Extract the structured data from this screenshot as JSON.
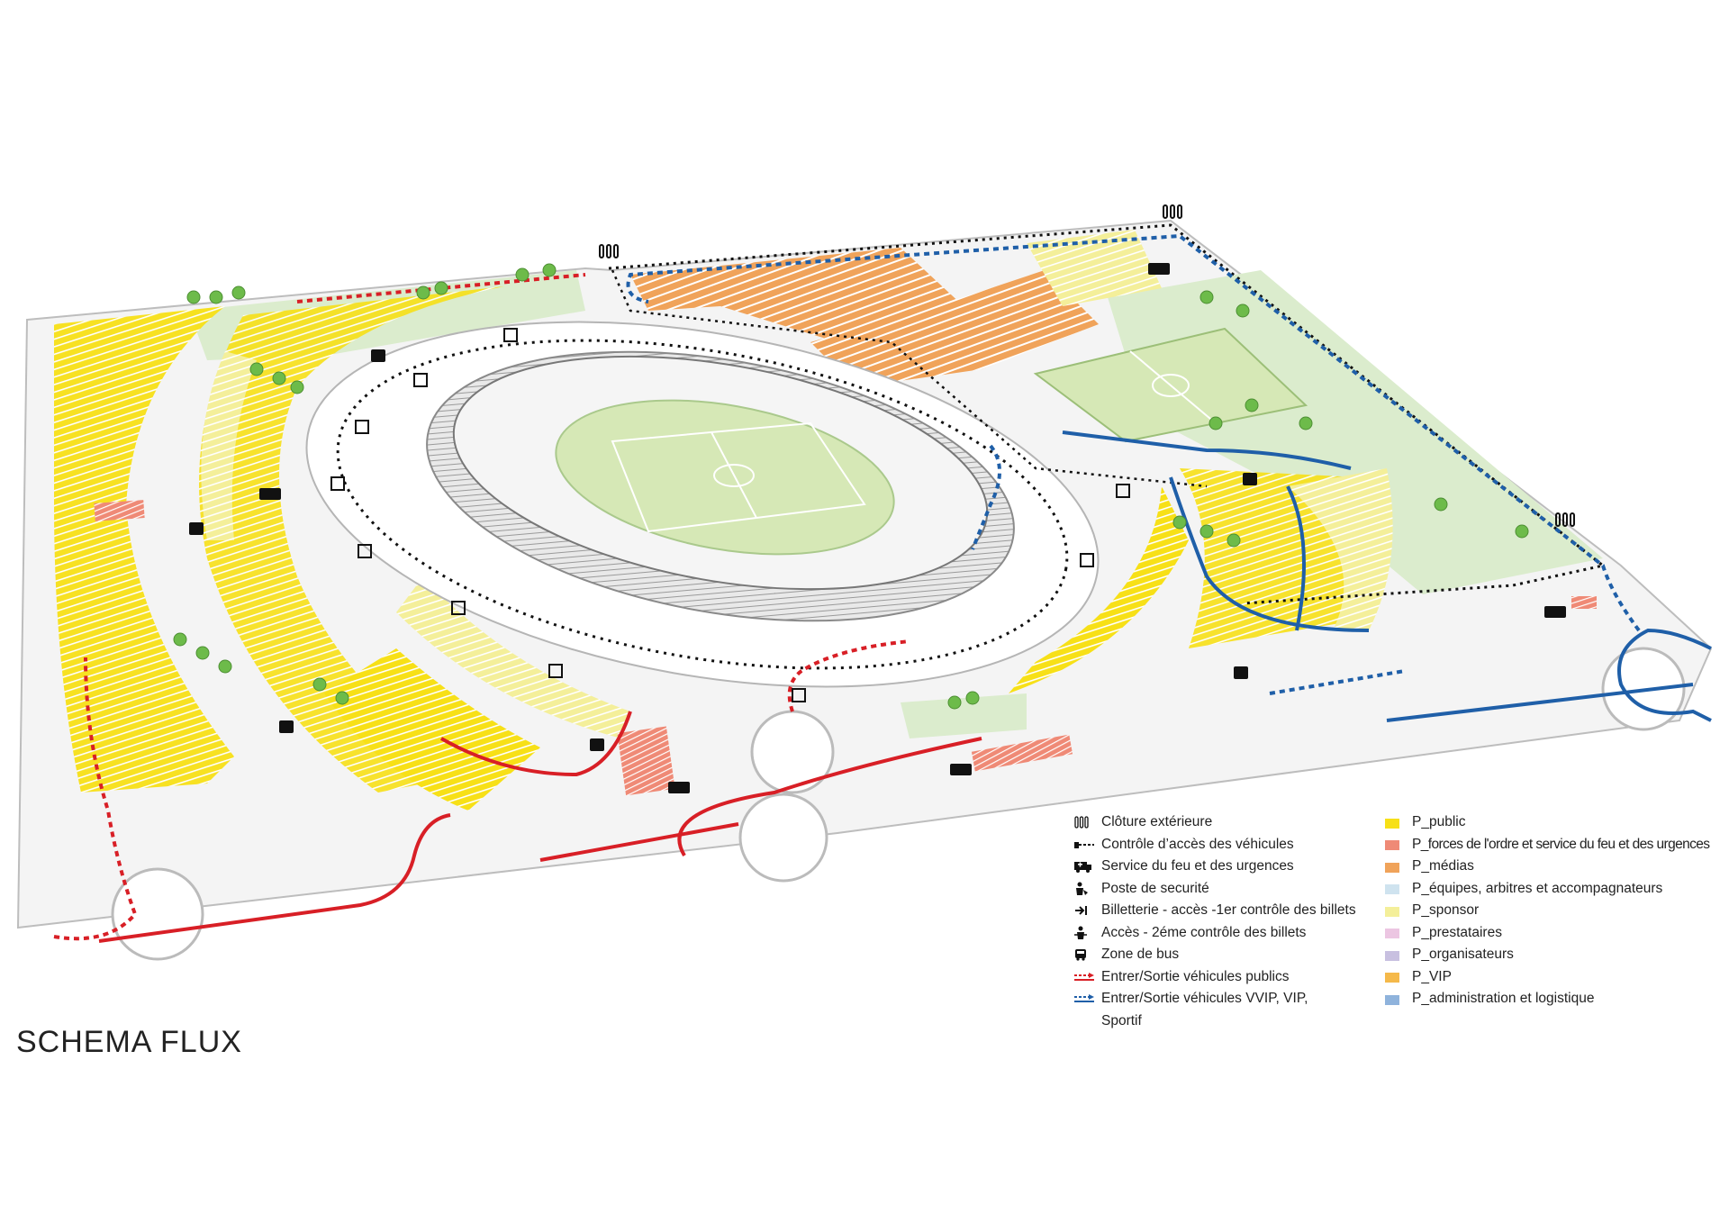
{
  "title": "SCHEMA FLUX",
  "colors": {
    "public_route": "#d81f26",
    "vip_route": "#1f5fa8",
    "fence": "#111111",
    "road": "#f2f2f2",
    "green": "#dbeccd",
    "pitch": "#d6e8b6"
  },
  "legend_symbols": [
    {
      "icon": "fence-icon",
      "label": "Clôture extérieure"
    },
    {
      "icon": "vehicle-barrier-icon",
      "label": "Contrôle d’accès des véhicules"
    },
    {
      "icon": "fire-truck-icon",
      "label": "Service du feu et des urgences"
    },
    {
      "icon": "security-post-icon",
      "label": "Poste de securité"
    },
    {
      "icon": "ticket-gate-icon",
      "label": "Billetterie - accès -1er contrôle des billets"
    },
    {
      "icon": "access-turnstile-icon",
      "label": "Accès - 2éme contrôle des billets"
    },
    {
      "icon": "bus-icon",
      "label": "Zone de bus"
    },
    {
      "icon": "red-dashed-arrow-icon",
      "label": "Entrer/Sortie véhicules publics"
    },
    {
      "icon": "blue-dashed-arrow-icon",
      "label": "Entrer/Sortie véhicules VVIP, VIP, Sportif"
    }
  ],
  "legend_parking": [
    {
      "label": "P_public",
      "color": "#f7e017"
    },
    {
      "label": "P_forces de l'ordre et service du feu et des urgences",
      "color": "#ef8a76"
    },
    {
      "label": "P_médias",
      "color": "#f0a35a"
    },
    {
      "label": "P_équipes, arbitres et accompagnateurs",
      "color": "#cfe3ef"
    },
    {
      "label": "P_sponsor",
      "color": "#f4ef9a"
    },
    {
      "label": "P_prestataires",
      "color": "#ecc6e2"
    },
    {
      "label": "P_organisateurs",
      "color": "#c8c0e0"
    },
    {
      "label": "P_VIP",
      "color": "#f5b94a"
    },
    {
      "label": "P_administration et logistique",
      "color": "#8fb3dc"
    }
  ]
}
